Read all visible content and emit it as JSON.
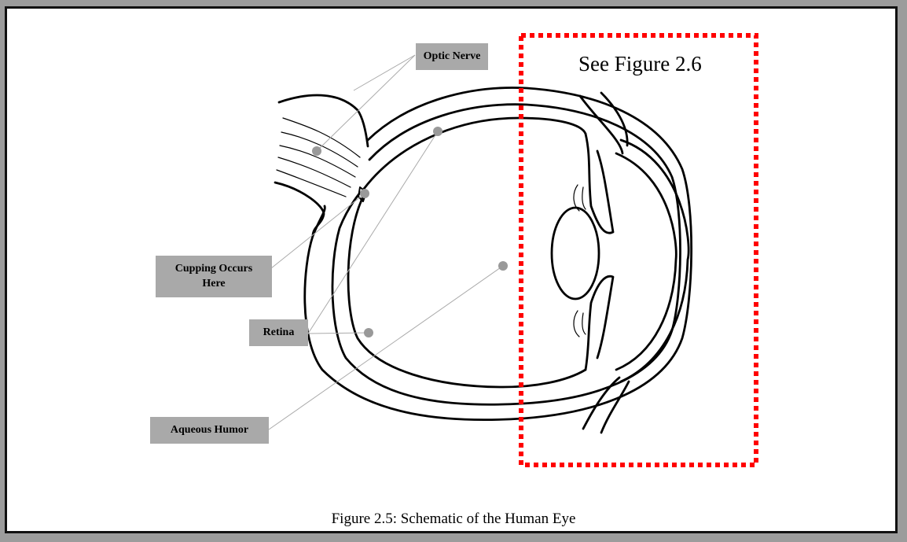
{
  "labels": {
    "optic_nerve": "Optic Nerve",
    "cupping_line1": "Cupping Occurs",
    "cupping_line2": "Here",
    "retina": "Retina",
    "aqueous_humor": "Aqueous Humor"
  },
  "callout": "See Figure 2.6",
  "caption": "Figure 2.5: Schematic of the Human Eye",
  "colors": {
    "label_fill": "#a9a9a9",
    "marker": "#999999",
    "leader_line": "#aaaaaa",
    "callout_border": "#ff0000",
    "outline": "#000000"
  }
}
